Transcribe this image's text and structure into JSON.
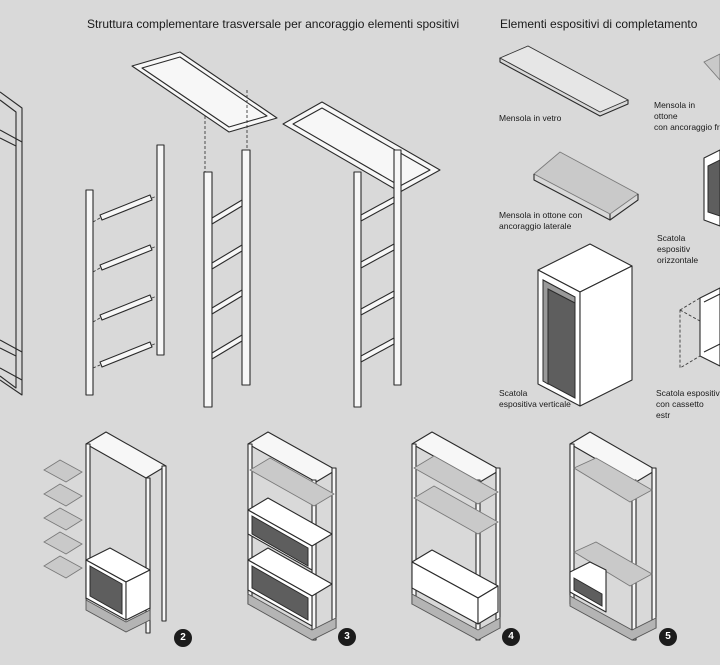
{
  "headings": {
    "structure_title": "Struttura complementare trasversale per ancoraggio elementi spositivi",
    "elements_title": "Elementi espositivi di completamento"
  },
  "elements": {
    "glass_shelf": "Mensola in vetro",
    "brass_shelf_front": "Mensola in ottone\ncon ancoraggio fr",
    "brass_shelf_side": "Mensola in ottone con\nancoraggio laterale",
    "box_horizontal": "Scatola espositiv\norizzontale",
    "box_vertical": "Scatola\nespositiva verticale",
    "box_drawer": "Scatola espositiv\ncon cassetto estr"
  },
  "variants": [
    "2",
    "3",
    "4",
    "5"
  ],
  "colors": {
    "background": "#d9d9d9",
    "line": "#2b2b2b",
    "glass": "#c9c9c9",
    "badge": "#1c1c1c"
  }
}
